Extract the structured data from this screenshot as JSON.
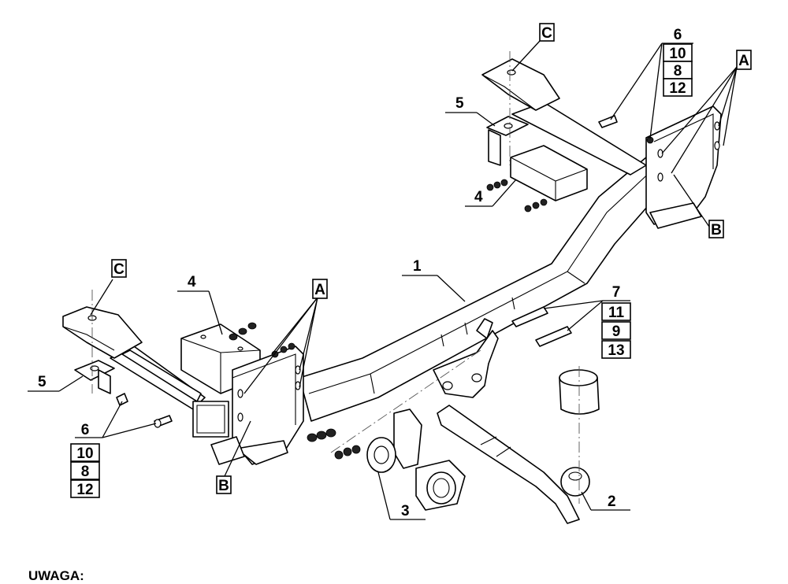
{
  "callouts": {
    "p1": "1",
    "p2": "2",
    "p3": "3",
    "p4_left": "4",
    "p4_right": "4",
    "p5_left": "5",
    "p5_right": "5",
    "stack_right": [
      "6",
      "10",
      "8",
      "12"
    ],
    "stack_left": [
      "6",
      "10",
      "8",
      "12"
    ],
    "stack_mid": [
      "7",
      "11",
      "9",
      "13"
    ],
    "letter_a": "A",
    "letter_b": "B",
    "letter_c": "C"
  },
  "note_label": "UWAGA:"
}
